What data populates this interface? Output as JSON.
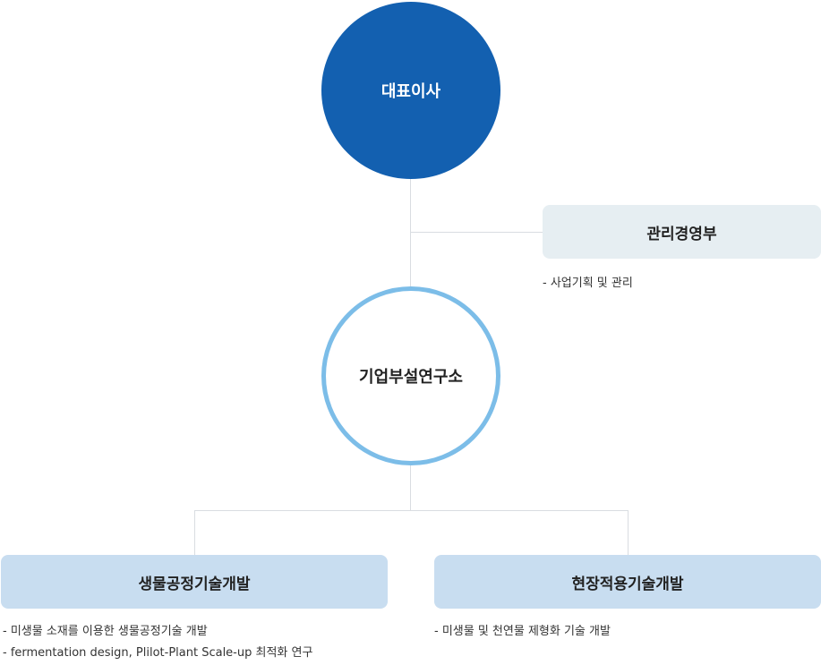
{
  "chart": {
    "ceo": {
      "label": "대표이사"
    },
    "management": {
      "label": "관리경영부",
      "tasks": [
        "- 사업기획 및 관리"
      ]
    },
    "research_lab": {
      "label": "기업부설연구소"
    },
    "teams": [
      {
        "label": "생물공정기술개발",
        "tasks": [
          "- 미생물 소재를 이용한 생물공정기술 개발",
          "- fermentation design, Plilot-Plant Scale-up 최적화 연구"
        ]
      },
      {
        "label": "현장적용기술개발",
        "tasks": [
          "- 미생물 및 천연물 제형화 기술 개발"
        ]
      }
    ]
  },
  "colors": {
    "ceo_fill": "#1360b0",
    "lab_ring": "#7cbde8",
    "management_box": "#e6eef2",
    "team_box": "#c8ddf0",
    "connector": "#d9dde1"
  }
}
